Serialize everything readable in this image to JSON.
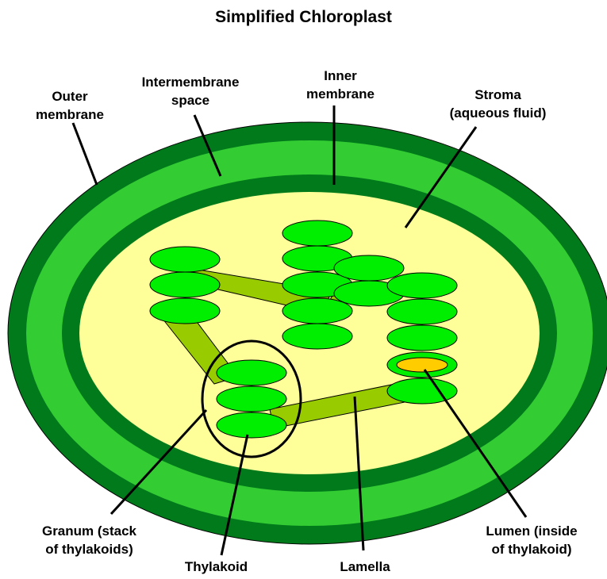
{
  "title": "Simplified Chloroplast",
  "colors": {
    "outer_membrane": "#007a1a",
    "intermembrane_space": "#33cc33",
    "stroma": "#ffff99",
    "thylakoid": "#00ee00",
    "lamella": "#99cc00",
    "lumen": "#ffcc00",
    "outline": "#000000"
  },
  "labels": {
    "outer_membrane": [
      "Outer",
      "membrane"
    ],
    "intermembrane_space": [
      "Intermembrane",
      "space"
    ],
    "inner_membrane": [
      "Inner",
      "membrane"
    ],
    "stroma": [
      "Stroma",
      "(aqueous fluid)"
    ],
    "granum": [
      "Granum (stack",
      "of thylakoids)"
    ],
    "thylakoid": [
      "Thylakoid"
    ],
    "lamella": [
      "Lamella"
    ],
    "lumen": [
      "Lumen (inside",
      "of thylakoid)"
    ]
  }
}
